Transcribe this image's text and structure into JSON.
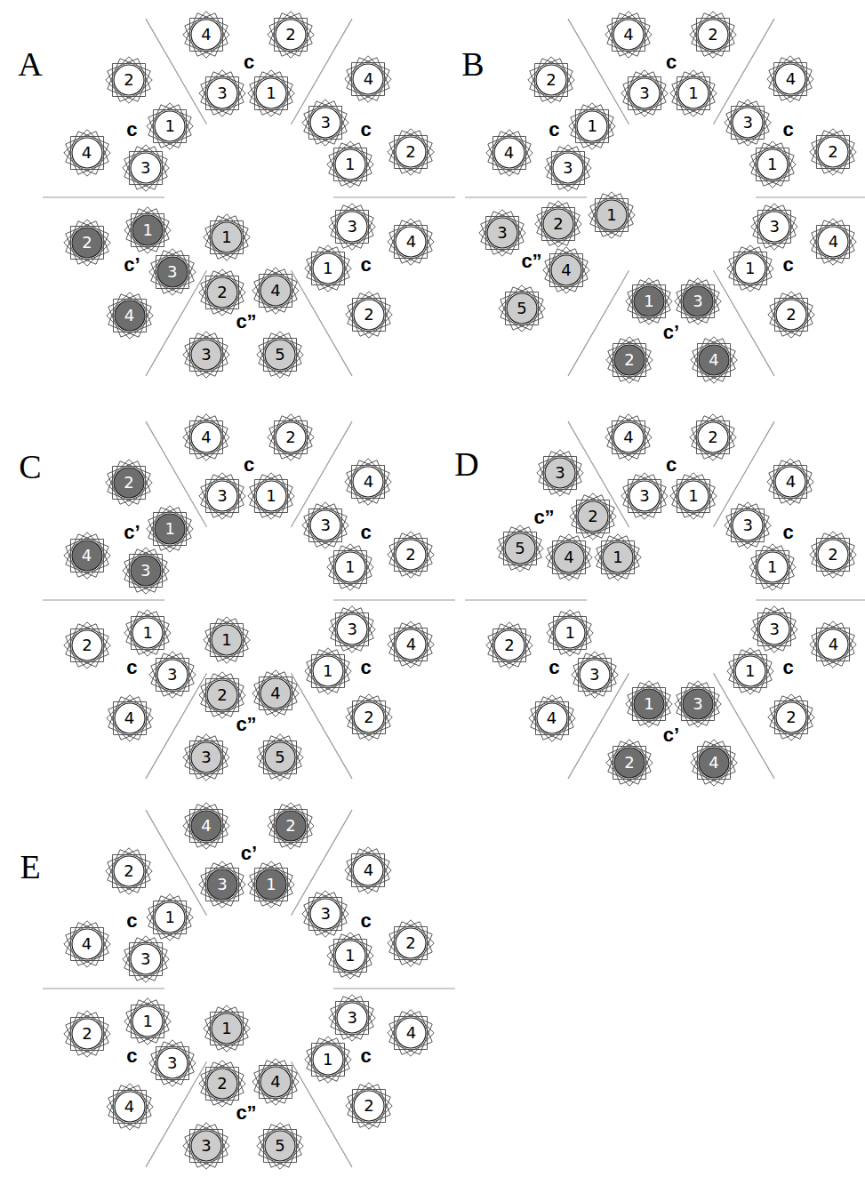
{
  "diagram": {
    "nodes": [
      {
        "text": [
          "1"
        ]
      },
      {
        "text": [
          "2"
        ]
      },
      {
        "text": [
          "3"
        ]
      },
      {
        "text": [
          "4"
        ]
      },
      {
        "text": [
          "1"
        ]
      },
      {
        "text": [
          "2"
        ]
      },
      {
        "text": [
          "3"
        ]
      },
      {
        "text": [
          "4"
        ]
      },
      {
        "text": [
          "1"
        ]
      },
      {
        "text": [
          "2"
        ]
      },
      {
        "text": [
          "3"
        ]
      },
      {
        "text": [
          "4"
        ]
      },
      {
        "text": [
          "1"
        ]
      },
      {
        "text": [
          "2"
        ]
      },
      {
        "text": [
          "3"
        ]
      },
      {
        "text": [
          "4"
        ]
      },
      {
        "text": [
          "5"
        ]
      },
      {
        "text": [
          "1"
        ]
      },
      {
        "text": [
          "2"
        ]
      },
      {
        "text": [
          "3"
        ]
      },
      {
        "text": [
          "4"
        ]
      },
      {
        "text": [
          "1"
        ]
      },
      {
        "text": [
          "2"
        ]
      },
      {
        "text": [
          "3"
        ]
      },
      {
        "text": [
          "4"
        ]
      },
      {
        "text": [
          "1"
        ]
      },
      {
        "text": [
          "2"
        ]
      },
      {
        "text": [
          "3"
        ]
      },
      {
        "text": [
          "4"
        ]
      },
      {
        "text": [
          "1"
        ]
      },
      {
        "text": [
          "2"
        ]
      },
      {
        "text": [
          "3"
        ]
      },
      {
        "text": [
          "4"
        ]
      },
      {
        "text": [
          "1"
        ]
      },
      {
        "text": [
          "2"
        ]
      },
      {
        "text": [
          "3"
        ]
      },
      {
        "text": [
          "4"
        ]
      },
      {
        "text": [
          "1"
        ]
      },
      {
        "text": [
          "2"
        ]
      },
      {
        "text": [
          "3"
        ]
      },
      {
        "text": [
          "4"
        ]
      },
      {
        "text": [
          "1"
        ]
      },
      {
        "text": [
          "2"
        ]
      },
      {
        "text": [
          "3"
        ]
      },
      {
        "text": [
          "4"
        ]
      },
      {
        "text": [
          "5"
        ]
      },
      {
        "text": [
          "1"
        ]
      },
      {
        "text": [
          "2"
        ]
      },
      {
        "text": [
          "3"
        ]
      },
      {
        "text": [
          "4"
        ]
      },
      {
        "text": [
          "1"
        ]
      },
      {
        "text": [
          "2"
        ]
      },
      {
        "text": [
          "3"
        ]
      },
      {
        "text": [
          "4"
        ]
      },
      {
        "text": [
          "1"
        ]
      },
      {
        "text": [
          "2"
        ]
      },
      {
        "text": [
          "3"
        ]
      },
      {
        "text": [
          "4"
        ]
      },
      {
        "text": [
          "1"
        ]
      },
      {
        "text": [
          "2"
        ]
      },
      {
        "text": [
          "3"
        ]
      },
      {
        "text": [
          "4"
        ]
      },
      {
        "text": [
          "1"
        ]
      },
      {
        "text": [
          "2"
        ]
      },
      {
        "text": [
          "3"
        ]
      },
      {
        "text": [
          "4"
        ]
      },
      {
        "text": [
          "5"
        ]
      },
      {
        "text": [
          "1"
        ]
      },
      {
        "text": [
          "2"
        ]
      },
      {
        "text": [
          "3"
        ]
      },
      {
        "text": [
          "4"
        ]
      },
      {
        "text": [
          "1"
        ]
      },
      {
        "text": [
          "2"
        ]
      },
      {
        "text": [
          "3"
        ]
      },
      {
        "text": [
          "4"
        ]
      },
      {
        "text": [
          "1"
        ]
      },
      {
        "text": [
          "2"
        ]
      },
      {
        "text": [
          "3"
        ]
      },
      {
        "text": [
          "4"
        ]
      },
      {
        "text": [
          "1"
        ]
      },
      {
        "text": [
          "2"
        ]
      },
      {
        "text": [
          "3"
        ]
      },
      {
        "text": [
          "4"
        ]
      },
      {
        "text": [
          "1"
        ]
      },
      {
        "text": [
          "2"
        ]
      },
      {
        "text": [
          "3"
        ]
      },
      {
        "text": [
          "4"
        ]
      },
      {
        "text": [
          "1"
        ]
      },
      {
        "text": [
          "2"
        ]
      },
      {
        "text": [
          "3"
        ]
      },
      {
        "text": [
          "4"
        ]
      },
      {
        "text": [
          "1"
        ]
      },
      {
        "text": [
          "2"
        ]
      },
      {
        "text": [
          "3"
        ]
      },
      {
        "text": [
          "4"
        ]
      },
      {
        "text": [
          "1"
        ]
      },
      {
        "text": [
          "2"
        ]
      },
      {
        "text": [
          "3"
        ]
      },
      {
        "text": [
          "4"
        ]
      },
      {
        "text": [
          "5"
        ]
      },
      {
        "text": [
          "1"
        ]
      },
      {
        "text": [
          "2"
        ]
      },
      {
        "text": [
          "3"
        ]
      },
      {
        "text": [
          "4"
        ]
      },
      {
        "text": [
          "1"
        ]
      },
      {
        "text": [
          "2"
        ]
      },
      {
        "text": [
          "3"
        ]
      },
      {
        "text": [
          "4"
        ]
      },
      {
        "text": [
          "1"
        ]
      },
      {
        "text": [
          "2"
        ]
      },
      {
        "text": [
          "3"
        ]
      },
      {
        "text": [
          "4"
        ]
      },
      {
        "text": [
          "1"
        ]
      },
      {
        "text": [
          "2"
        ]
      },
      {
        "text": [
          "3"
        ]
      },
      {
        "text": [
          "4"
        ]
      },
      {
        "text": [
          "5"
        ]
      },
      {
        "text": [
          "1"
        ]
      },
      {
        "text": [
          "2"
        ]
      },
      {
        "text": [
          "3"
        ]
      },
      {
        "text": [
          "4"
        ]
      },
      {
        "text": [
          "1"
        ]
      },
      {
        "text": [
          "2"
        ]
      },
      {
        "text": [
          "3"
        ]
      },
      {
        "text": [
          "4"
        ]
      }
    ],
    "labels": [
      "A",
      "c",
      "c",
      "c",
      "c”",
      "c’",
      "c",
      "B",
      "c",
      "c",
      "c",
      "c’",
      "c”",
      "c",
      "C",
      "c",
      "c",
      "c",
      "c”",
      "c",
      "c’",
      "D",
      "c",
      "c",
      "c",
      "c’",
      "c",
      "c”",
      "E",
      "c’",
      "c",
      "c",
      "c”",
      "c",
      "c"
    ]
  }
}
